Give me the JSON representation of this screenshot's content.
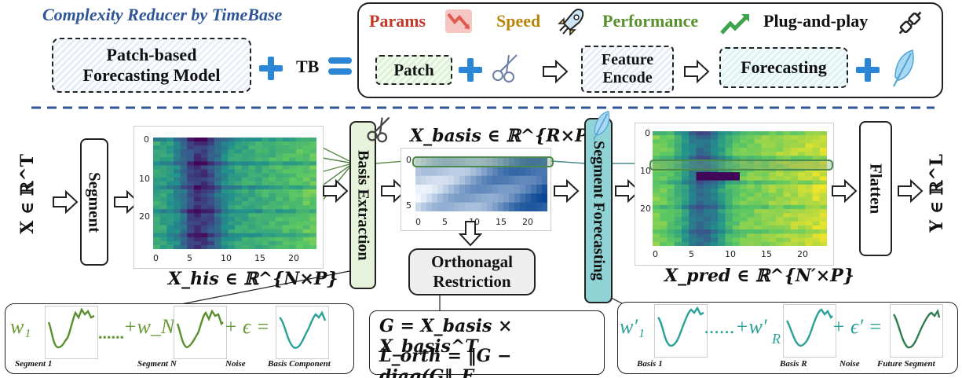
{
  "header": {
    "title": "Complexity Reducer by TimeBase",
    "model_box": "Patch-based Forecasting Model",
    "tb_label": "TB"
  },
  "benefits": {
    "params": "Params",
    "speed": "Speed",
    "performance": "Performance",
    "plug": "Plug-and-play"
  },
  "pipeline_top": {
    "patch": "Patch",
    "feature": "Feature Encode",
    "forecasting": "Forecasting"
  },
  "main": {
    "input": "X ∈ ℝ^T",
    "segment": "Segment",
    "basis_extraction": "Basis Extraction",
    "segment_forecasting": "Segment Forecasting",
    "flatten": "Flatten",
    "output": "Y ∈ ℝ^L",
    "x_his_label": "X_his ∈ ℝ^{N×P}",
    "x_basis_label": "X_basis ∈ ℝ^{R×P}",
    "x_pred_label": "X_pred ∈ ℝ^{N′×P}",
    "ortho": "Orthonagal Restriction",
    "ortho_eq1": "G = X_basis × X_basis^T",
    "ortho_eq2": "L_orth = ‖G − diag(G‖_F"
  },
  "heatmap_his": {
    "yticks": [
      "0",
      "10",
      "20"
    ],
    "xticks": [
      "0",
      "5",
      "10",
      "15",
      "20"
    ]
  },
  "heatmap_basis": {
    "yticks": [
      "0",
      "5"
    ],
    "xticks": [
      "0",
      "5",
      "10",
      "15",
      "20"
    ]
  },
  "heatmap_pred": {
    "yticks": [
      "0",
      "10",
      "20"
    ],
    "xticks": [
      "0",
      "5",
      "10",
      "15",
      "20"
    ]
  },
  "left_panel": {
    "w1": "w₁",
    "dots": "......",
    "wN": "+w_N",
    "eps": "+ ϵ =",
    "seg1": "Segment 1",
    "segN": "Segment N",
    "noise": "Noise",
    "basis_comp": "Basis Component"
  },
  "right_panel": {
    "w1": "w′₁",
    "dots": "......+w′",
    "R": "R",
    "eps": "+ ϵ′ =",
    "basis1": "Basis 1",
    "basisR": "Basis R",
    "noise": "Noise",
    "future": "Future Segment"
  },
  "colors": {
    "accent_blue": "#2b86d6",
    "title_blue": "#2f5597",
    "params_red": "#c0392b",
    "speed_gold": "#b8860b",
    "perf_green": "#5a8f2e"
  }
}
